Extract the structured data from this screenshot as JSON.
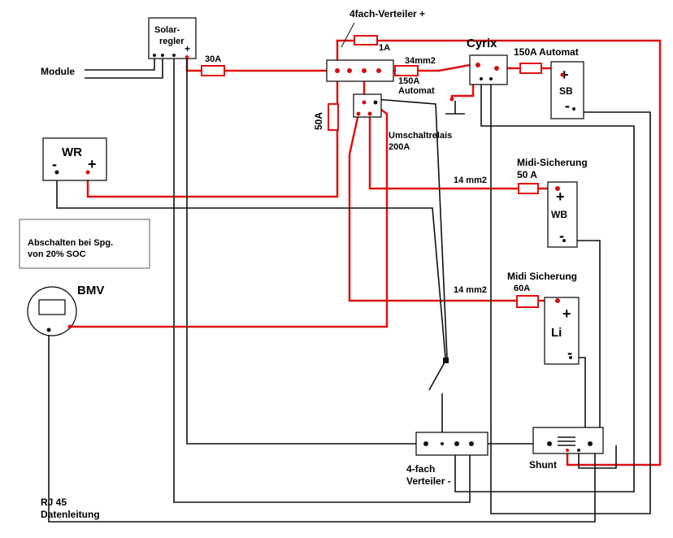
{
  "labels": {
    "verteiler_plus": "4fach-Verteiler +",
    "fuse_1a": "1A",
    "cyrix": "Cyrix",
    "automat_150_top": "150A Automat",
    "solar_line1": "Solar-",
    "solar_line2": "regler",
    "solar_plus": "+",
    "fuse_30a": "30A",
    "module": "Module",
    "cable_34": "34mm2",
    "automat_150_mid_1": "150A",
    "automat_150_mid_2": "Automat",
    "sb": "SB",
    "sb_plus": "+",
    "sb_minus": "-",
    "fuse_50a": "50A",
    "relais_1": "Umschaltrelais",
    "relais_2": "200A",
    "wr": "WR",
    "wr_minus": "-",
    "wr_plus": "+",
    "midi_1": "Midi-Sicherung",
    "midi_1_val": "50 A",
    "cable_14_a": "14 mm2",
    "wb": "WB",
    "wb_plus": "+",
    "wb_minus": "-",
    "note_1": "Abschalten bei Spg.",
    "note_2": "von 20% SOC",
    "bmv": "BMV",
    "midi_2": "Midi Sicherung",
    "midi_2_val": "60A",
    "cable_14_b": "14 mm2",
    "li": "Li",
    "li_plus": "+",
    "li_minus": "-",
    "verteiler_minus_1": "4-fach",
    "verteiler_minus_2": "Verteiler -",
    "shunt": "Shunt",
    "rj45_1": "RJ 45",
    "rj45_2": "Datenleitung"
  },
  "colors": {
    "positive_wire": "#e01010",
    "negative_wire": "#111111",
    "note_border": "#888888"
  }
}
